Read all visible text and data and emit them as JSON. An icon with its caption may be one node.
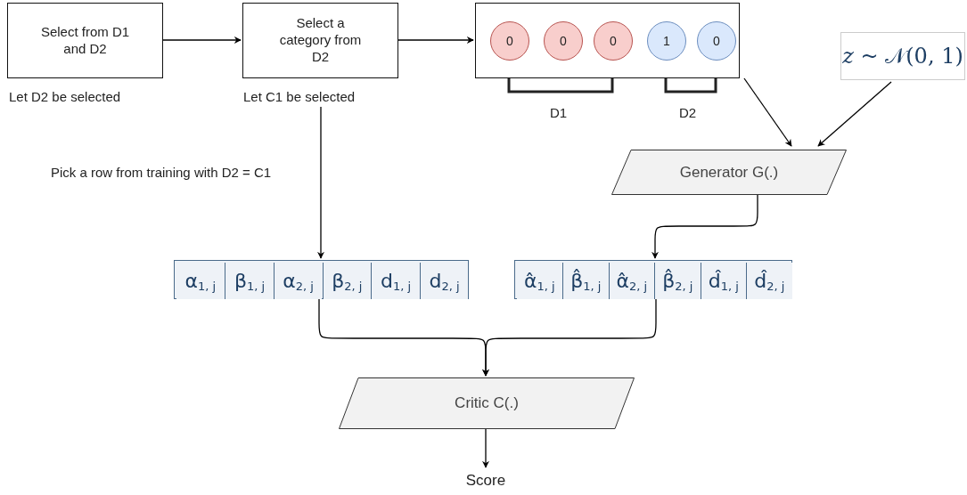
{
  "diagram": {
    "nodes": [
      {
        "text": [
          "Select from D1 and D2"
        ],
        "beside": [
          "Let D2 be selected"
        ]
      },
      {
        "text": [
          "Select a category from D2"
        ],
        "beside": [
          "Let C1 be selected"
        ]
      },
      {
        "text": [],
        "shape": "box"
      },
      {
        "text": [
          "0"
        ],
        "in": 2
      },
      {
        "text": [
          "0"
        ],
        "in": 2
      },
      {
        "text": [
          "0"
        ],
        "in": 2
      },
      {
        "text": [
          "1"
        ],
        "in": 2
      },
      {
        "text": [
          "0"
        ],
        "in": 2
      },
      {
        "text": [
          "*z* ~ 𝒩(0, 1)"
        ]
      },
      {
        "text": [
          "Generator G(.)"
        ]
      },
      {
        "text": [],
        "shape": "box"
      },
      {
        "text": [
          "α$_{1, j}$"
        ],
        "in": 10
      },
      {
        "text": [
          "β$_{1, j}$"
        ],
        "in": 10
      },
      {
        "text": [
          "α$_{2, j}$"
        ],
        "in": 10
      },
      {
        "text": [
          "β$_{2, j}$"
        ],
        "in": 10
      },
      {
        "text": [
          "d$_{1, j}$"
        ],
        "in": 10
      },
      {
        "text": [
          "d$_{2, j}$"
        ],
        "in": 10
      },
      {
        "text": [],
        "shape": "box"
      },
      {
        "text": [
          "α̂$_{1, j}$"
        ],
        "in": 17
      },
      {
        "text": [
          "β̂$_{1, j}$"
        ],
        "in": 17
      },
      {
        "text": [
          "α̂$_{2, j}$"
        ],
        "in": 17
      },
      {
        "text": [
          "β̂$_{2, j}$"
        ],
        "in": 17
      },
      {
        "text": [
          "d̂$_{1, j}$"
        ],
        "in": 17
      },
      {
        "text": [
          "d̂$_{2, j}$"
        ],
        "in": 17
      },
      {
        "text": [
          "Critic C(.)"
        ]
      },
      {
        "text": [
          "Score"
        ]
      }
    ],
    "edges": [
      {
        "from": 0,
        "to": 1,
        "arrow": "to"
      },
      {
        "from": 1,
        "to": 2,
        "arrow": "to"
      },
      {
        "from": 2,
        "to": 9,
        "arrow": "to"
      },
      {
        "from": 8,
        "to": 9,
        "arrow": "to"
      },
      {
        "from": 1,
        "to": 10,
        "arrow": "to",
        "label": "Pick a row from training with D2 = C1"
      },
      {
        "from": 9,
        "to": 17,
        "arrow": "to"
      },
      {
        "from": 10,
        "to": 24,
        "arrow": "to"
      },
      {
        "from": 17,
        "to": 24,
        "arrow": "to"
      },
      {
        "from": 24,
        "to": 25,
        "arrow": "to"
      }
    ],
    "labels": [
      "D1",
      "D2"
    ]
  }
}
